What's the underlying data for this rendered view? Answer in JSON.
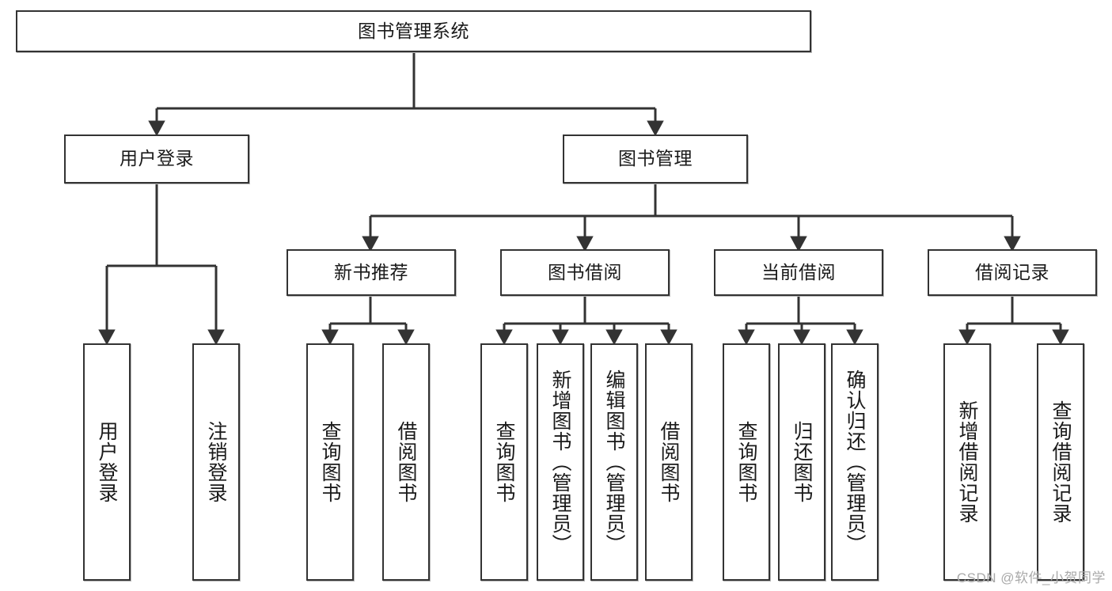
{
  "diagram": {
    "type": "tree-hierarchy",
    "title": "图书管理系统",
    "root": {
      "id": "root",
      "label": "图书管理系统"
    },
    "level1": [
      {
        "id": "user-login",
        "label": "用户登录"
      },
      {
        "id": "book-management",
        "label": "图书管理"
      }
    ],
    "level2": [
      {
        "id": "new-book-recommend",
        "label": "新书推荐",
        "parent": "book-management"
      },
      {
        "id": "book-borrow",
        "label": "图书借阅",
        "parent": "book-management"
      },
      {
        "id": "current-borrow",
        "label": "当前借阅",
        "parent": "book-management"
      },
      {
        "id": "borrow-record",
        "label": "借阅记录",
        "parent": "book-management"
      }
    ],
    "leaves": [
      {
        "id": "leaf-user-login",
        "label": "用户登录",
        "parent": "user-login"
      },
      {
        "id": "leaf-logout-login",
        "label": "注销登录",
        "parent": "user-login"
      },
      {
        "id": "leaf-query-book-1",
        "label": "查询图书",
        "parent": "new-book-recommend"
      },
      {
        "id": "leaf-borrow-book-1",
        "label": "借阅图书",
        "parent": "new-book-recommend"
      },
      {
        "id": "leaf-query-book-2",
        "label": "查询图书",
        "parent": "book-borrow"
      },
      {
        "id": "leaf-add-book",
        "label": "新增图书（管理员）",
        "parent": "book-borrow"
      },
      {
        "id": "leaf-edit-book",
        "label": "编辑图书（管理员）",
        "parent": "book-borrow"
      },
      {
        "id": "leaf-borrow-book-2",
        "label": "借阅图书",
        "parent": "book-borrow"
      },
      {
        "id": "leaf-query-book-3",
        "label": "查询图书",
        "parent": "current-borrow"
      },
      {
        "id": "leaf-return-book",
        "label": "归还图书",
        "parent": "current-borrow"
      },
      {
        "id": "leaf-confirm-return",
        "label": "确认归还（管理员）",
        "parent": "current-borrow"
      },
      {
        "id": "leaf-add-record",
        "label": "新增借阅记录",
        "parent": "borrow-record"
      },
      {
        "id": "leaf-query-record",
        "label": "查询借阅记录",
        "parent": "borrow-record"
      }
    ]
  },
  "watermark": {
    "text": "CSDN @软件_小贺同学"
  },
  "colors": {
    "stroke": "#333333",
    "box_fill": "#ffffff",
    "text": "#1a1a1a",
    "watermark": "#a9a9a9",
    "background": "#ffffff"
  }
}
